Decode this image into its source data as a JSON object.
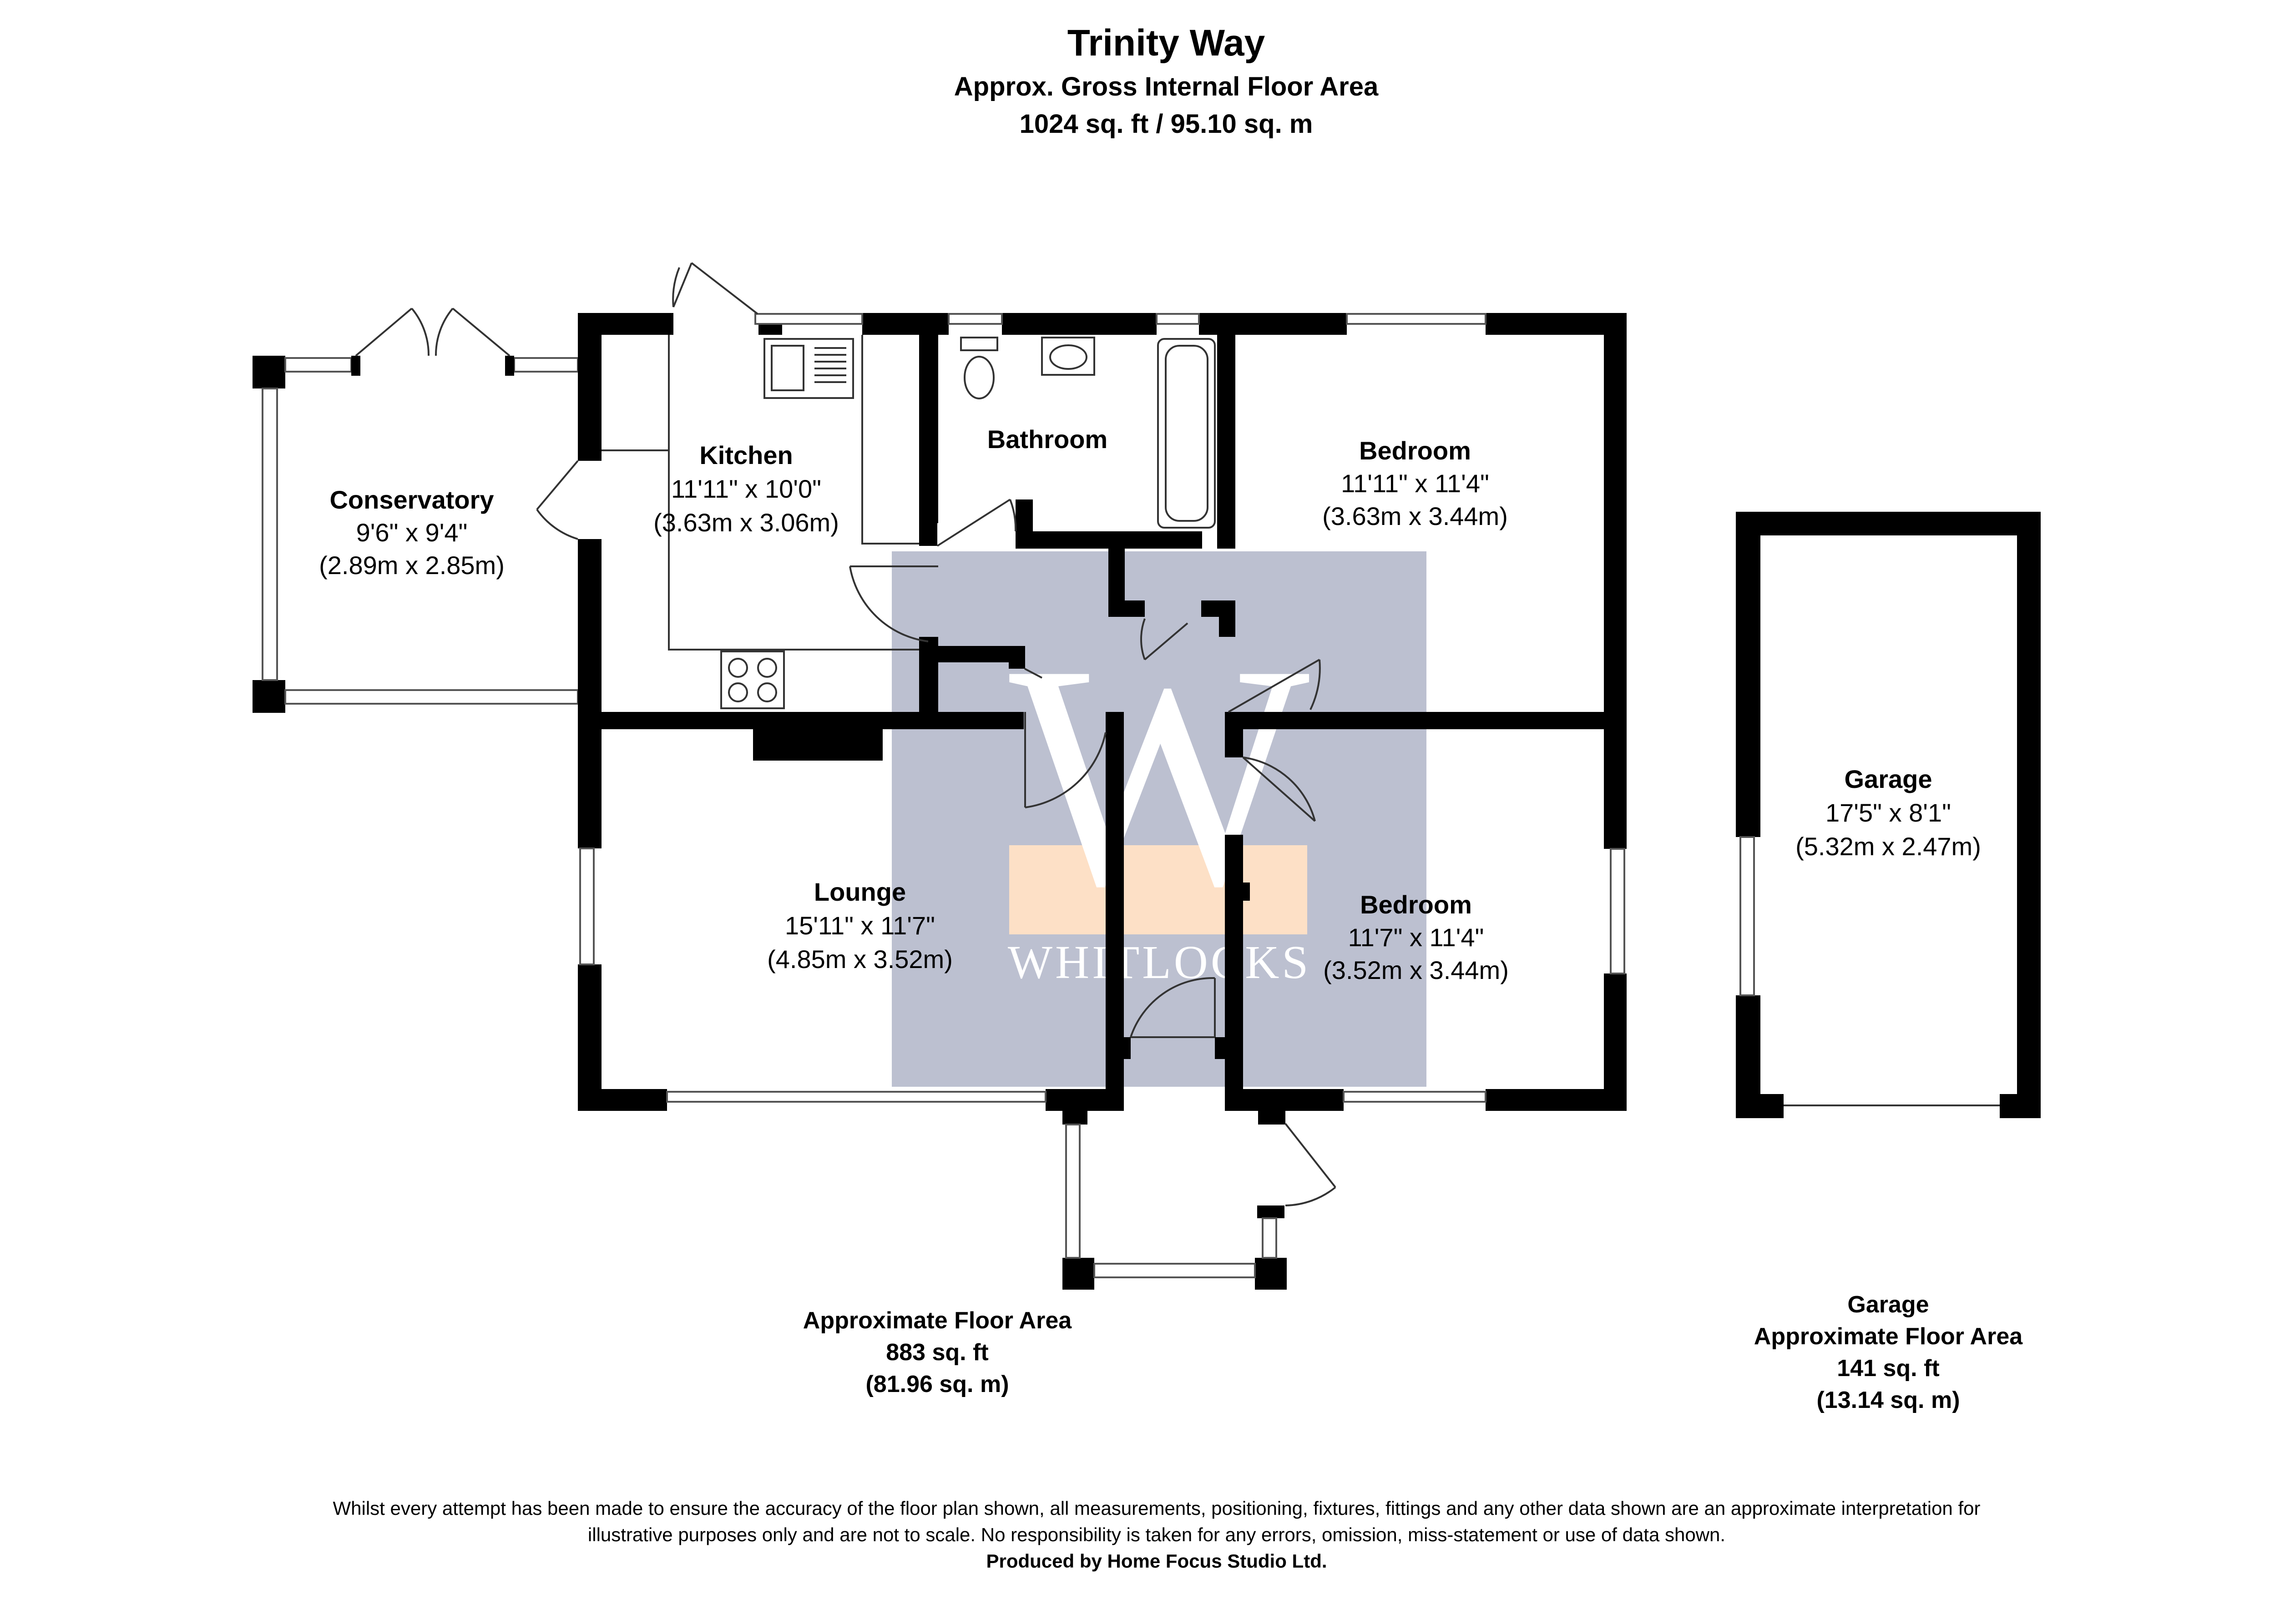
{
  "header": {
    "title": "Trinity Way",
    "subtitle": "Approx. Gross Internal Floor Area",
    "area": "1024 sq. ft / 95.10 sq. m"
  },
  "rooms": [
    {
      "name": "Conservatory",
      "dims_imperial": "9'6\" x 9'4\"",
      "dims_metric": "(2.89m x 2.85m)"
    },
    {
      "name": "Kitchen",
      "dims_imperial": "11'11\" x 10'0\"",
      "dims_metric": "(3.63m x 3.06m)"
    },
    {
      "name": "Bathroom"
    },
    {
      "name": "Bedroom",
      "dims_imperial": "11'11\" x 11'4\"",
      "dims_metric": "(3.63m x 3.44m)"
    },
    {
      "name": "Lounge",
      "dims_imperial": "15'11\" x 11'7\"",
      "dims_metric": "(4.85m x 3.52m)"
    },
    {
      "name": "Bedroom",
      "dims_imperial": "11'7\" x 11'4\"",
      "dims_metric": "(3.52m x 3.44m)"
    },
    {
      "name": "Garage",
      "dims_imperial": "17'5\" x 8'1\"",
      "dims_metric": "(5.32m x 2.47m)"
    }
  ],
  "main_area": {
    "label": "Approximate Floor Area",
    "imperial": "883 sq. ft",
    "metric": "(81.96 sq. m)"
  },
  "garage_area": {
    "title": "Garage",
    "label": "Approximate Floor Area",
    "imperial": "141 sq. ft",
    "metric": "(13.14 sq. m)"
  },
  "watermark": {
    "letter": "W",
    "text": "WHITLOCKS",
    "colors": {
      "panel": "#bcc0d0",
      "accent": "#fde0c6",
      "letter": "#ffffff"
    }
  },
  "disclaimer": {
    "line1": "Whilst every attempt has been made to ensure the accuracy of the floor plan shown, all measurements, positioning, fixtures, fittings and any other data shown are an approximate interpretation for",
    "line2": "illustrative purposes only  and are not to scale. No responsibility is taken for any errors, omission, miss-statement or use of data shown.",
    "credit": "Produced by Home Focus Studio Ltd."
  }
}
